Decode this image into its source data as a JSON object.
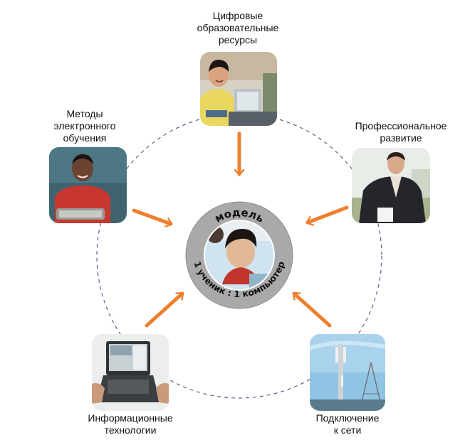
{
  "center": {
    "arc_top": "модель",
    "arc_bottom": "1 ученик : 1 компьютер"
  },
  "nodes": {
    "top": {
      "lines": [
        "Цифровые",
        "образовательные",
        "ресурсы"
      ]
    },
    "left": {
      "lines": [
        "Методы",
        "электронного",
        "обучения"
      ]
    },
    "right": {
      "lines": [
        "Профессиональное",
        "развитие"
      ]
    },
    "bottom_left": {
      "lines": [
        "Информационные",
        "технологии"
      ]
    },
    "bottom_right": {
      "lines": [
        "Подключение",
        "к сети"
      ]
    }
  },
  "colors": {
    "arrow": "#ee7f2e",
    "ring": "#a9a9a9",
    "dashed_circle": "#5c5a8c"
  }
}
